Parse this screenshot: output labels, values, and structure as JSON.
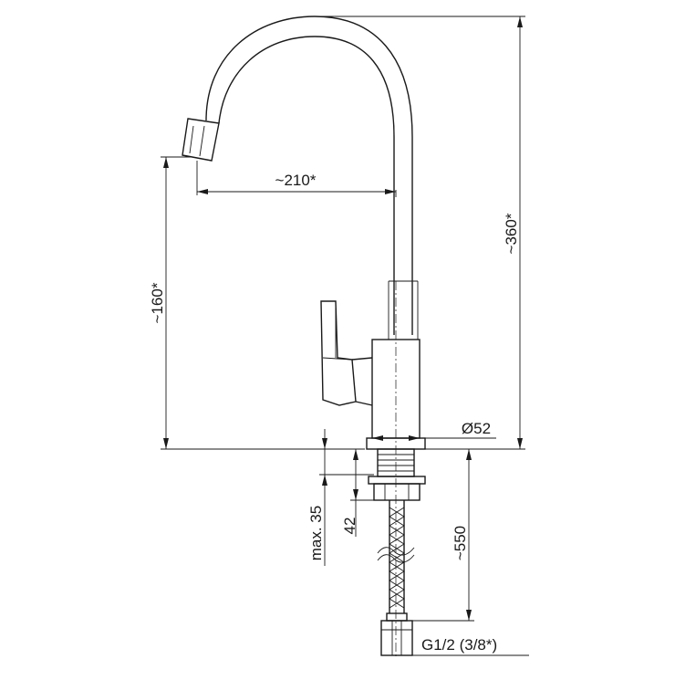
{
  "drawing": {
    "dimensions": {
      "reach": "~210*",
      "spout_height": "~160*",
      "total_height": "~360*",
      "base_diameter": "Ø52",
      "max_thickness": "max. 35",
      "thread_length": "42",
      "hose_length": "~550",
      "connection": "G1/2 (3/8*)"
    }
  }
}
